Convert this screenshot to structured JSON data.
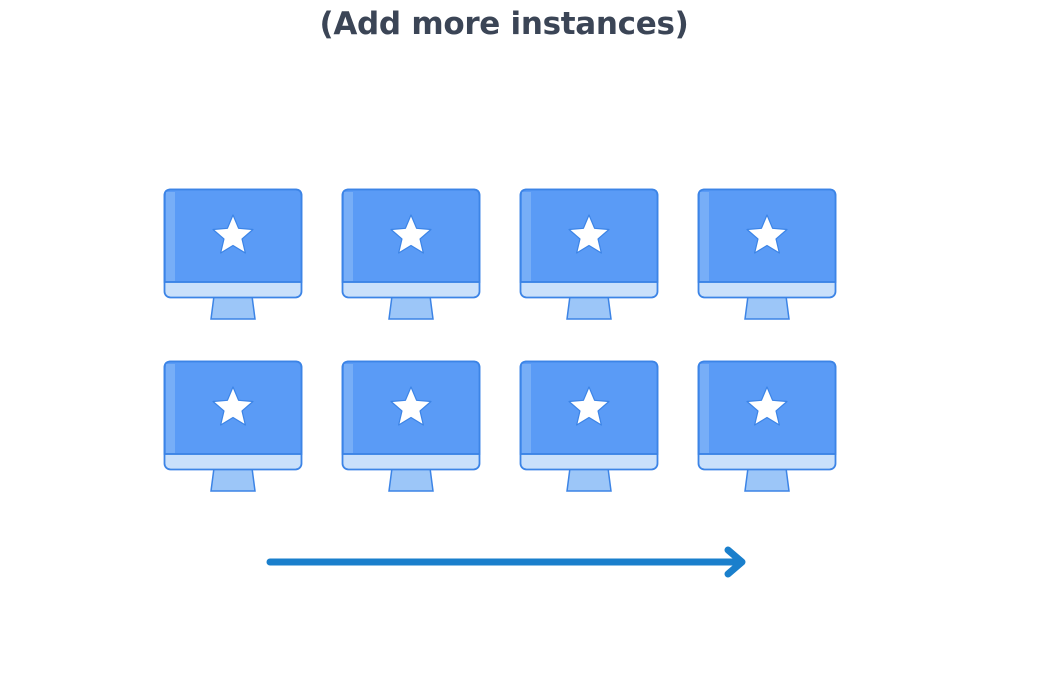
{
  "title": "(Add more instances)",
  "icons": {
    "instance": "monitor-star-icon",
    "arrow": "right-arrow-icon"
  },
  "colors": {
    "title": "#3b4556",
    "screen": "#5a9bf6",
    "screen_edge": "#3c84e6",
    "bezel": "#c9e0fb",
    "stand": "#9cc6f8",
    "star": "#ffffff",
    "arrow": "#1a7fcc"
  },
  "instances": [
    {
      "row": 1,
      "col": 1
    },
    {
      "row": 1,
      "col": 2
    },
    {
      "row": 1,
      "col": 3
    },
    {
      "row": 1,
      "col": 4
    },
    {
      "row": 2,
      "col": 1
    },
    {
      "row": 2,
      "col": 2
    },
    {
      "row": 2,
      "col": 3
    },
    {
      "row": 2,
      "col": 4
    }
  ]
}
